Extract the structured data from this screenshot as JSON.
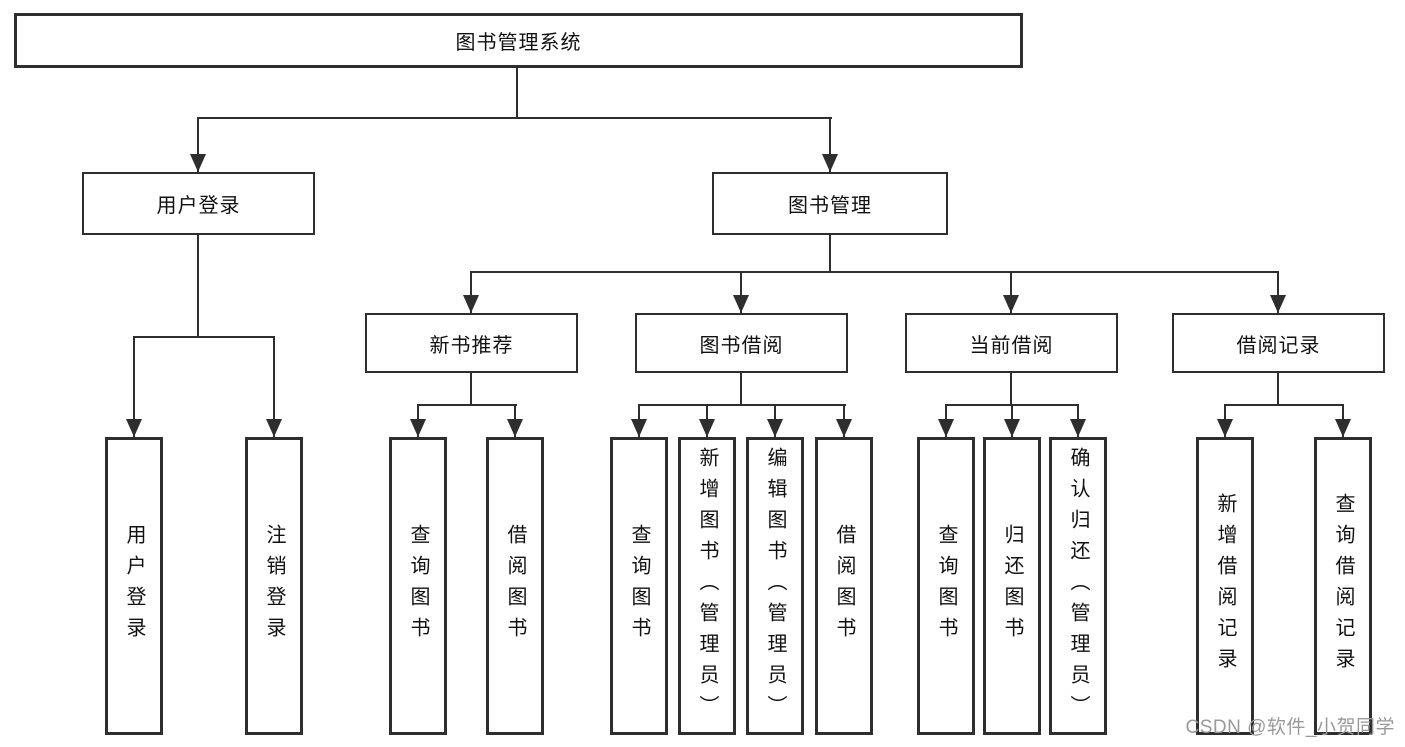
{
  "tree": {
    "root": {
      "label": "图书管理系统"
    },
    "branches": [
      {
        "label": "用户登录",
        "leaves": [
          "用户登录",
          "注销登录"
        ]
      },
      {
        "label": "图书管理",
        "groups": [
          {
            "label": "新书推荐",
            "leaves": [
              "查询图书",
              "借阅图书"
            ]
          },
          {
            "label": "图书借阅",
            "leaves": [
              "查询图书",
              "新增图书（管理员）",
              "编辑图书（管理员）",
              "借阅图书"
            ]
          },
          {
            "label": "当前借阅",
            "leaves": [
              "查询图书",
              "归还图书",
              "确认归还（管理员）"
            ]
          },
          {
            "label": "借阅记录",
            "leaves": [
              "新增借阅记录",
              "查询借阅记录"
            ]
          }
        ]
      }
    ]
  },
  "watermark": {
    "text": "CSDN @软件_小贺同学"
  },
  "colors": {
    "line": "#2e2e2e",
    "box_border": "#2e2e2e",
    "text": "#111111",
    "watermark": "#9a9a9a",
    "background": "#ffffff"
  }
}
